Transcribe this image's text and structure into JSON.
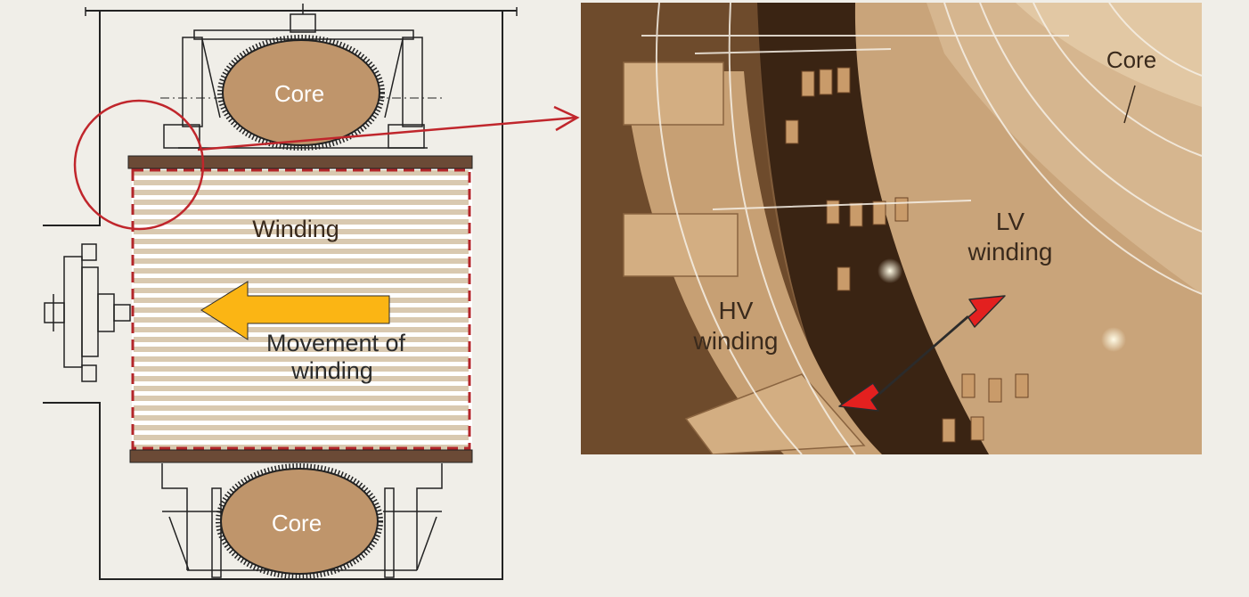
{
  "diagram": {
    "labels": {
      "core_top": "Core",
      "core_bottom": "Core",
      "winding": "Winding",
      "movement_line1": "Movement of",
      "movement_line2": "winding"
    },
    "colors": {
      "background": "#f0eee8",
      "core_fill": "#bf956b",
      "winding_stripe": "#d9c9b0",
      "clamp_plate": "#6b4a36",
      "boundary_dash": "#b3262a",
      "highlight_circle": "#c0262c",
      "movement_arrow": "#fbb514",
      "drawing_line": "#222222"
    }
  },
  "photo": {
    "labels": {
      "core": "Core",
      "lv_line1": "LV",
      "lv_line2": "winding",
      "hv_line1": "HV",
      "hv_line2": "winding"
    },
    "colors": {
      "double_arrow": "#e3201f",
      "label_text": "#3a2a1c"
    }
  }
}
